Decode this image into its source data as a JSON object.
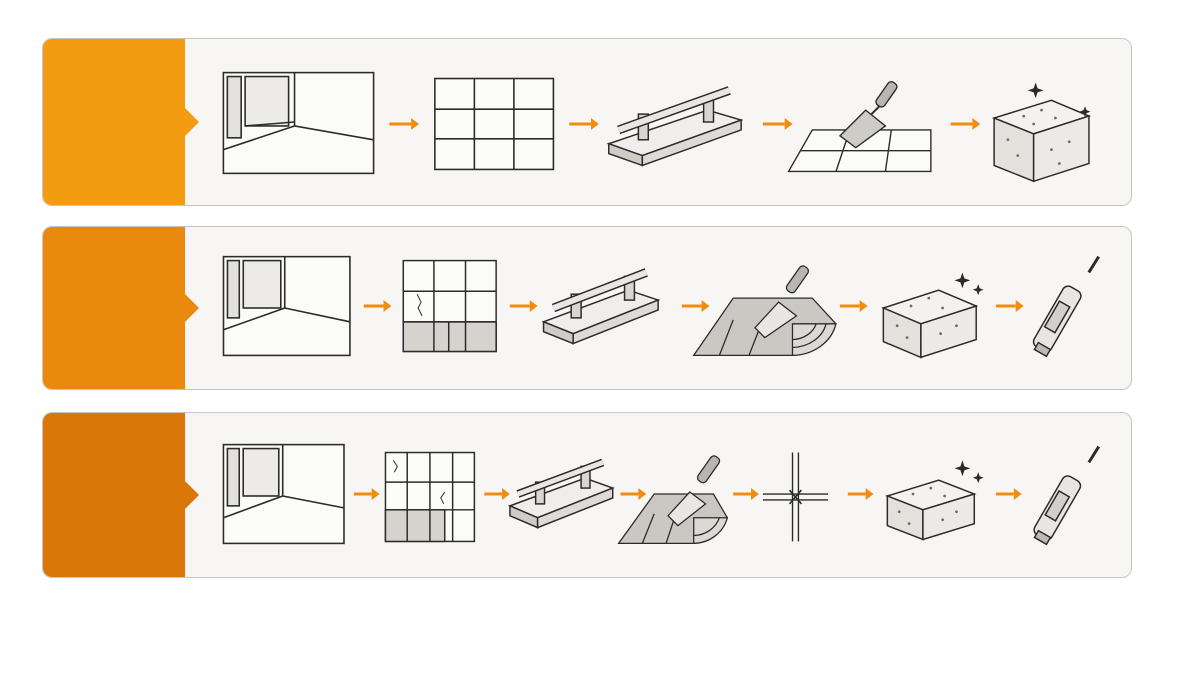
{
  "colors": {
    "tab_row1": "#f39c12",
    "tab_row2": "#e98a0e",
    "tab_row3": "#d97708",
    "arrow": "#f08c0f",
    "line": "#2b2b2b",
    "fill_light": "#f1f0ee",
    "fill_mid": "#d8d6d3",
    "fill_dark": "#bdbab6"
  },
  "rows": [
    {
      "id": "row-1",
      "steps": [
        "room-corner-icon",
        "tile-grid-icon",
        "tile-cutter-icon",
        "trowel-on-tiles-icon",
        "sponge-icon"
      ]
    },
    {
      "id": "row-2",
      "steps": [
        "room-corner-icon",
        "tile-grid-cut-icon",
        "tile-cutter-icon",
        "trowel-adhesive-icon",
        "sponge-icon",
        "sealant-tube-icon"
      ]
    },
    {
      "id": "row-3",
      "steps": [
        "room-corner-icon",
        "tile-grid-cut-icon",
        "tile-cutter-icon",
        "trowel-adhesive-icon",
        "tile-spacer-icon",
        "sponge-icon",
        "sealant-tube-icon"
      ]
    }
  ]
}
